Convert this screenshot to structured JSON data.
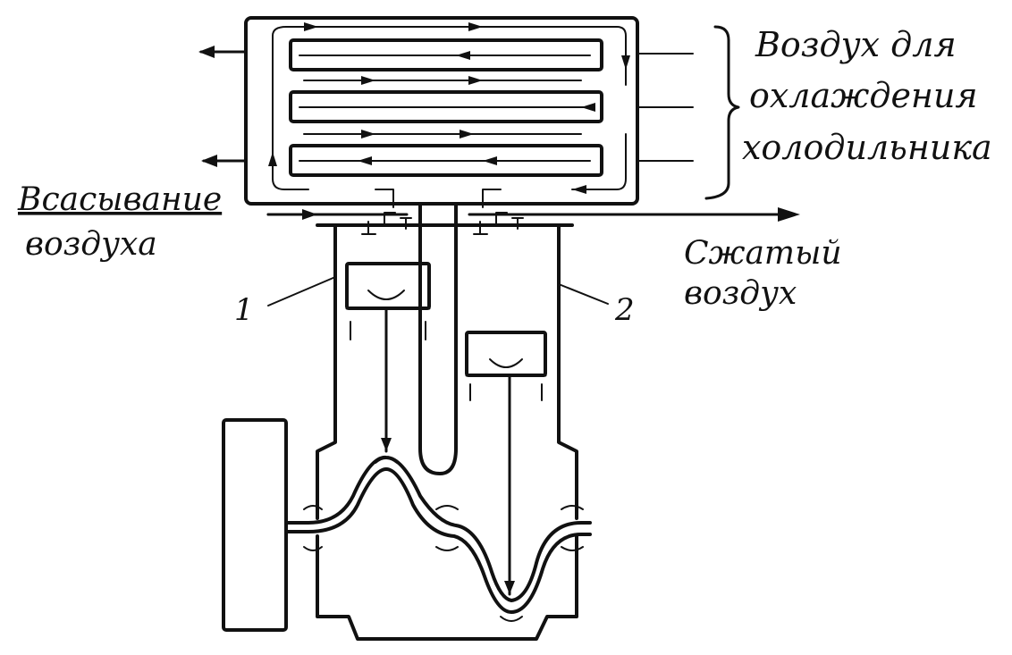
{
  "labels": {
    "cooling_air_line1": "Воздух для",
    "cooling_air_line2": "охлаждения",
    "cooling_air_line3": "холодильника",
    "intake_line1": "Всасывание",
    "intake_line2": "воздуха",
    "compressed_line1": "Сжатый",
    "compressed_line2": "воздух",
    "cylinder_1": "1",
    "cylinder_2": "2"
  }
}
